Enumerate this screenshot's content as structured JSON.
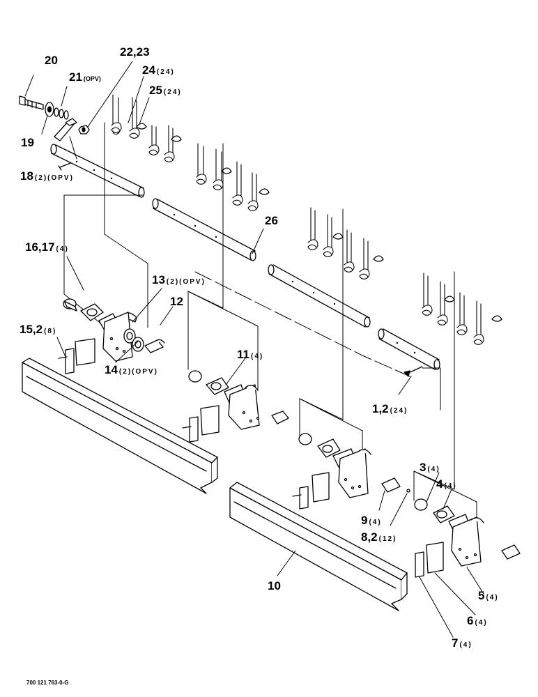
{
  "callouts": [
    {
      "id": "c20",
      "number": "20",
      "qty": ""
    },
    {
      "id": "c21",
      "number": "21",
      "qty": "(OPV)"
    },
    {
      "id": "c19",
      "number": "19",
      "qty": ""
    },
    {
      "id": "c22",
      "number": "22,23",
      "qty": ""
    },
    {
      "id": "c24",
      "number": "24",
      "qty": "(24)"
    },
    {
      "id": "c25",
      "number": "25",
      "qty": "(24)"
    },
    {
      "id": "c18",
      "number": "18",
      "qty": "(2)(OPV)"
    },
    {
      "id": "c26",
      "number": "26",
      "qty": ""
    },
    {
      "id": "c16",
      "number": "16,17",
      "qty": "(4)"
    },
    {
      "id": "c13",
      "number": "13",
      "qty": "(2)(OPV)"
    },
    {
      "id": "c12",
      "number": "12",
      "qty": ""
    },
    {
      "id": "c15",
      "number": "15,2",
      "qty": "(8)"
    },
    {
      "id": "c11",
      "number": "11",
      "qty": "(4)"
    },
    {
      "id": "c14",
      "number": "14",
      "qty": "(2)(OPV)"
    },
    {
      "id": "c1",
      "number": "1,2",
      "qty": "(24)"
    },
    {
      "id": "c3",
      "number": "3",
      "qty": "(4)"
    },
    {
      "id": "c4",
      "number": "4",
      "qty": "(4)"
    },
    {
      "id": "c9",
      "number": "9",
      "qty": "(4)"
    },
    {
      "id": "c8",
      "number": "8,2",
      "qty": "(12)"
    },
    {
      "id": "c10",
      "number": "10",
      "qty": ""
    },
    {
      "id": "c5",
      "number": "5",
      "qty": "(4)"
    },
    {
      "id": "c6",
      "number": "6",
      "qty": "(4)"
    },
    {
      "id": "c7",
      "number": "7",
      "qty": "(4)"
    }
  ],
  "footer_code": "700 121 763-0-G"
}
